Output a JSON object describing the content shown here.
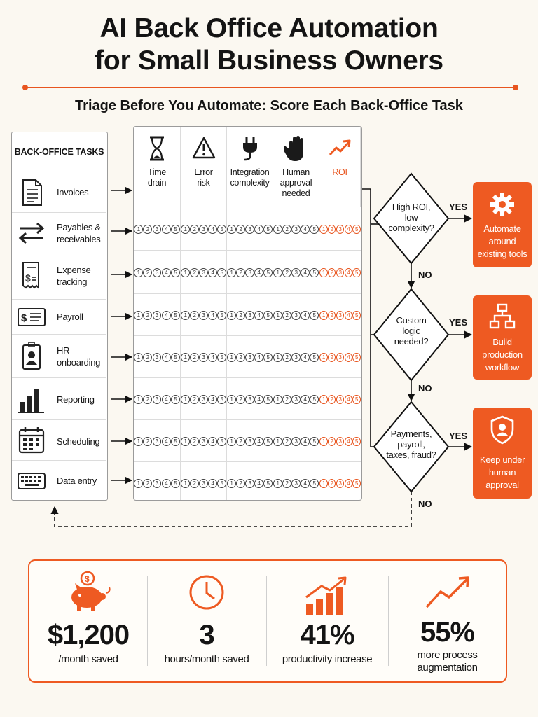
{
  "title": {
    "line1": "AI Back Office Automation",
    "line2": "for Small Business Owners"
  },
  "subtitle": "Triage Before You Automate: Score Each Back-Office Task",
  "task_panel": {
    "header": "BACK-OFFICE TASKS",
    "tasks": [
      {
        "line1": "Invoices",
        "line2": "",
        "icon": "invoice-document-icon"
      },
      {
        "line1": "Payables &",
        "line2": "receivables",
        "icon": "transfer-arrows-icon"
      },
      {
        "line1": "Expense",
        "line2": "tracking",
        "icon": "receipt-icon"
      },
      {
        "line1": "Payroll",
        "line2": "",
        "icon": "paycheck-icon"
      },
      {
        "line1": "HR",
        "line2": "onboarding",
        "icon": "id-badge-icon"
      },
      {
        "line1": "Reporting",
        "line2": "",
        "icon": "bar-chart-icon"
      },
      {
        "line1": "Scheduling",
        "line2": "",
        "icon": "calendar-icon"
      },
      {
        "line1": "Data entry",
        "line2": "",
        "icon": "keyboard-icon"
      }
    ]
  },
  "matrix": {
    "columns": [
      {
        "line1": "Time",
        "line2": "drain",
        "line3": "",
        "icon": "hourglass-icon"
      },
      {
        "line1": "Error",
        "line2": "risk",
        "line3": "",
        "icon": "warning-icon"
      },
      {
        "line1": "Integration",
        "line2": "complexity",
        "line3": "",
        "icon": "plug-icon"
      },
      {
        "line1": "Human",
        "line2": "approval",
        "line3": "needed",
        "icon": "hand-icon"
      },
      {
        "line1": "ROI",
        "line2": "",
        "line3": "",
        "icon": "trend-up-icon"
      }
    ],
    "scale": [
      "1",
      "2",
      "3",
      "4",
      "5"
    ]
  },
  "flow": {
    "decisions": [
      {
        "line1": "High ROI,",
        "line2": "low",
        "line3": "complexity?"
      },
      {
        "line1": "Custom",
        "line2": "logic",
        "line3": "needed?"
      },
      {
        "line1": "Payments,",
        "line2": "payroll,",
        "line3": "taxes, fraud?"
      }
    ],
    "yes_label": "YES",
    "no_label": "NO",
    "outcomes": [
      {
        "line1": "Automate",
        "line2": "around",
        "line3": "existing tools",
        "icon": "gear-icon"
      },
      {
        "line1": "Build",
        "line2": "production",
        "line3": "workflow",
        "icon": "workflow-icon"
      },
      {
        "line1": "Keep under",
        "line2": "human",
        "line3": "approval",
        "icon": "shield-user-icon"
      }
    ]
  },
  "stats": [
    {
      "value": "$1,200",
      "line1": "/month saved",
      "line2": "",
      "icon": "piggy-bank-icon"
    },
    {
      "value": "3",
      "line1": "hours/month saved",
      "line2": "",
      "icon": "clock-icon"
    },
    {
      "value": "41%",
      "line1": "productivity increase",
      "line2": "",
      "icon": "growth-bars-icon"
    },
    {
      "value": "55%",
      "line1": "more process",
      "line2": "augmentation",
      "icon": "trend-arrow-icon"
    }
  ],
  "colors": {
    "accent": "#ee5a22",
    "ink": "#141414",
    "background": "#fbf8f1"
  }
}
